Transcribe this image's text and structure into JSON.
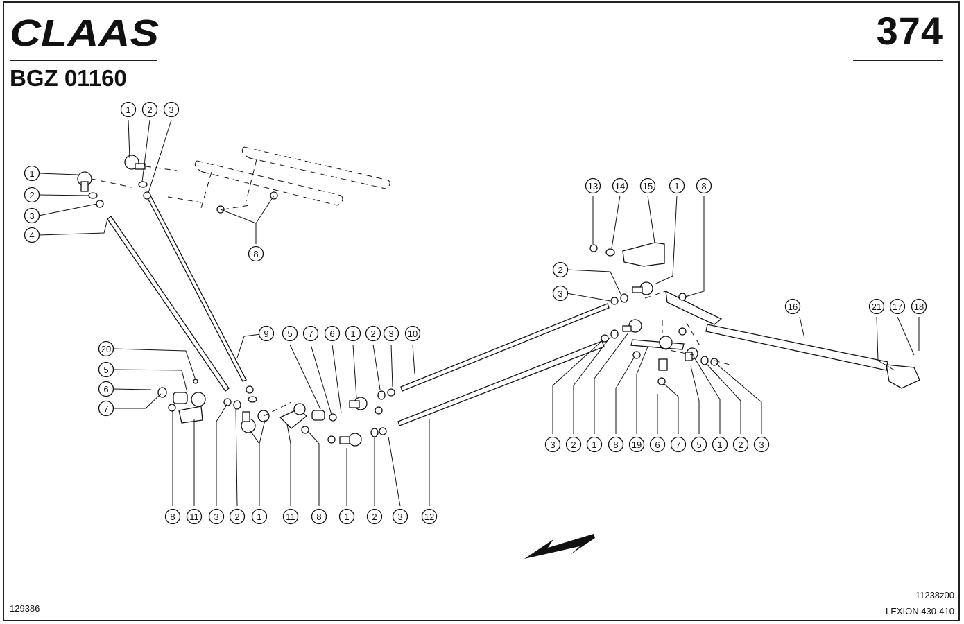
{
  "header": {
    "brand": "CLAAS",
    "page_number": "374",
    "doc_code": "BGZ 01160"
  },
  "footer": {
    "left_code": "129386",
    "drawing_ref": "11238z00",
    "model": "LEXION 430-410"
  },
  "colors": {
    "ink": "#111111",
    "paper": "#ffffff"
  },
  "icons": {
    "direction_arrow": "direction-arrow-icon",
    "brand_logo": "claas-logo-icon"
  },
  "callouts": [
    {
      "label": "1"
    },
    {
      "label": "2"
    },
    {
      "label": "3"
    },
    {
      "label": "1"
    },
    {
      "label": "2"
    },
    {
      "label": "3"
    },
    {
      "label": "4"
    },
    {
      "label": "8"
    },
    {
      "label": "9"
    },
    {
      "label": "20"
    },
    {
      "label": "5"
    },
    {
      "label": "6"
    },
    {
      "label": "7"
    },
    {
      "label": "5"
    },
    {
      "label": "7"
    },
    {
      "label": "6"
    },
    {
      "label": "1"
    },
    {
      "label": "2"
    },
    {
      "label": "3"
    },
    {
      "label": "10"
    },
    {
      "label": "8"
    },
    {
      "label": "11"
    },
    {
      "label": "3"
    },
    {
      "label": "2"
    },
    {
      "label": "1"
    },
    {
      "label": "11"
    },
    {
      "label": "8"
    },
    {
      "label": "1"
    },
    {
      "label": "2"
    },
    {
      "label": "3"
    },
    {
      "label": "12"
    },
    {
      "label": "13"
    },
    {
      "label": "14"
    },
    {
      "label": "15"
    },
    {
      "label": "1"
    },
    {
      "label": "8"
    },
    {
      "label": "2"
    },
    {
      "label": "3"
    },
    {
      "label": "16"
    },
    {
      "label": "21"
    },
    {
      "label": "17"
    },
    {
      "label": "18"
    },
    {
      "label": "3"
    },
    {
      "label": "2"
    },
    {
      "label": "1"
    },
    {
      "label": "8"
    },
    {
      "label": "19"
    },
    {
      "label": "6"
    },
    {
      "label": "7"
    },
    {
      "label": "5"
    },
    {
      "label": "1"
    },
    {
      "label": "2"
    },
    {
      "label": "3"
    }
  ]
}
